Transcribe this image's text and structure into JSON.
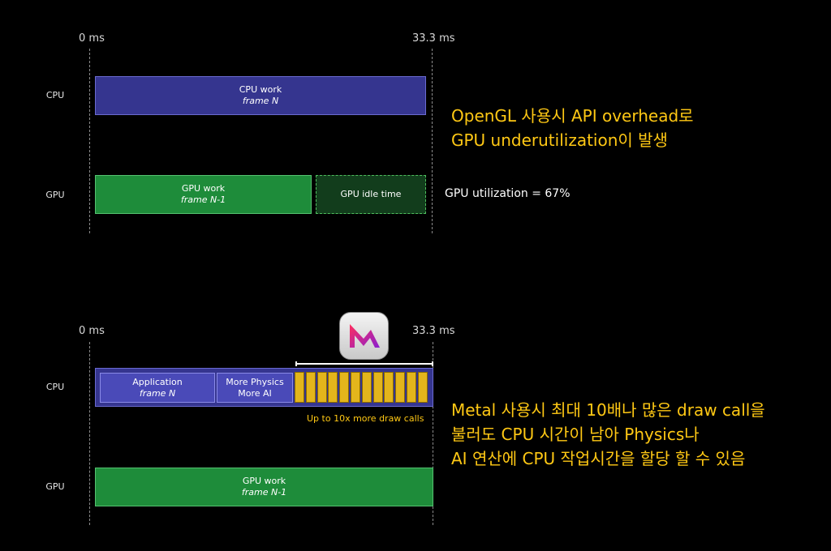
{
  "top": {
    "tick_start": "0 ms",
    "tick_end": "33.3 ms",
    "cpu_label": "CPU",
    "gpu_label": "GPU",
    "cpu_box": {
      "title": "CPU work",
      "sub": "frame N"
    },
    "gpu_box": {
      "title": "GPU work",
      "sub": "frame N-1"
    },
    "idle_box": "GPU idle time",
    "utilization": "GPU utilization = 67%",
    "note_lines": [
      "OpenGL 사용시 API overhead로",
      "GPU underutilization이 발생"
    ]
  },
  "bottom": {
    "tick_start": "0 ms",
    "tick_end": "33.3 ms",
    "cpu_label": "CPU",
    "gpu_label": "GPU",
    "app_box": {
      "title": "Application",
      "sub": "frame N"
    },
    "physics_box": {
      "line1": "More Physics",
      "line2": "More AI"
    },
    "draw_calls_caption": "Up to 10x more draw calls",
    "draw_call_count": 12,
    "gpu_box": {
      "title": "GPU work",
      "sub": "frame N-1"
    },
    "note_lines": [
      "Metal 사용시 최대 10배나 많은 draw call을",
      "불러도 CPU 시간이 남아 Physics나",
      "AI 연산에 CPU 작업시간을 할당 할 수 있음"
    ]
  },
  "colors": {
    "cpu": "#35358f",
    "gpu": "#1e8c3a",
    "draw_call": "#e3b51c",
    "note": "#ffc814"
  },
  "icons": {
    "metal_logo": "metal-logo-icon"
  }
}
